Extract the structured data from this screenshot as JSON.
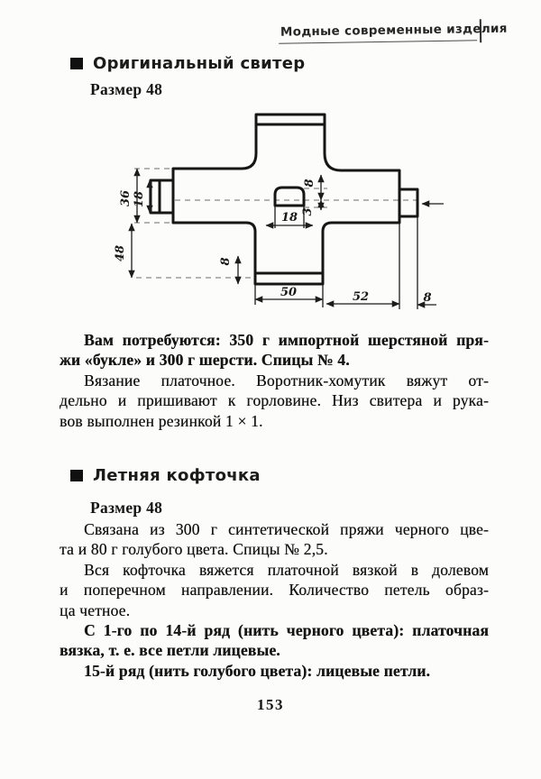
{
  "header": {
    "title": "Модные современные изделия"
  },
  "section1": {
    "title": "Оригинальный свитер",
    "size": "Размер 48",
    "para_materials": [
      "Вам потребуются: 350 г импортной шерстяной пря-",
      "жи «букле» и 300 г шерсти. Спицы № 4."
    ],
    "para_technique": [
      "Вязание платочное. Воротник-хомутик вяжут от-",
      "дельно и пришивают к горловине. Низ свитера и рука-",
      "вов выполнен резинкой 1 × 1."
    ]
  },
  "diagram": {
    "labels": {
      "back_height": "36",
      "cuff_left": "18",
      "lower_length": "48",
      "hem_rib": "8",
      "shoulder": "8",
      "neck_width": "18",
      "neck_depth": "3",
      "bottom_width": "50",
      "sleeve_length": "52",
      "cuff_right": "8"
    }
  },
  "section2": {
    "title": "Летняя кофточка",
    "size": "Размер 48",
    "para_materials": [
      "Связана из 300 г синтетической пряжи черного цве-",
      "та и 80 г голубого цвета. Спицы № 2,5."
    ],
    "para_general": [
      "Вся кофточка вяжется платочной вязкой в долевом",
      "и поперечном направлении. Количество петель образ-",
      "ца четное."
    ],
    "para_rows_1_14": [
      "С 1-го по 14-й ряд (нить черного цвета): платочная",
      "вязка, т. е. все петли лицевые."
    ],
    "para_row_15": [
      "15-й ряд (нить голубого цвета): лицевые петли."
    ]
  },
  "footer": {
    "page_number": "153"
  }
}
